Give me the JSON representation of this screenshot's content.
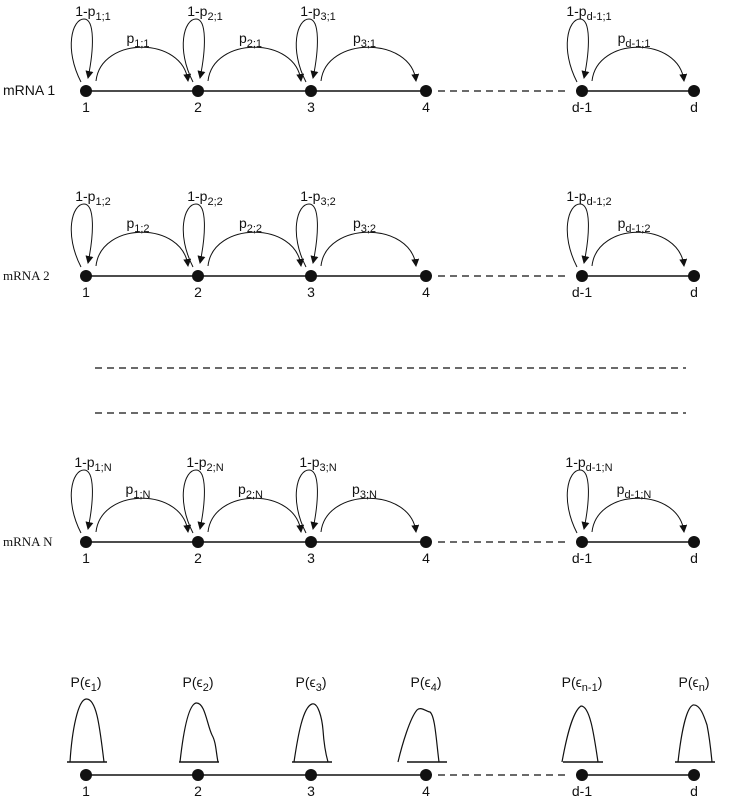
{
  "sequences": [
    {
      "label": "mRNA 1",
      "label_font": "sans",
      "nodes": [
        "1",
        "2",
        "3",
        "4",
        "d-1",
        "d"
      ],
      "stay": [
        {
          "base": "1-p",
          "sub": "1;1"
        },
        {
          "base": "1-p",
          "sub": "2;1"
        },
        {
          "base": "1-p",
          "sub": "3;1"
        },
        {
          "base": "1-p",
          "sub": "d-1;1"
        }
      ],
      "move": [
        {
          "base": "p",
          "sub": "1;1"
        },
        {
          "base": "p",
          "sub": "2;1"
        },
        {
          "base": "p",
          "sub": "3;1"
        },
        {
          "base": "p",
          "sub": "d-1;1"
        }
      ]
    },
    {
      "label": "mRNA 2",
      "label_font": "serif",
      "nodes": [
        "1",
        "2",
        "3",
        "4",
        "d-1",
        "d"
      ],
      "stay": [
        {
          "base": "1-p",
          "sub": "1;2"
        },
        {
          "base": "1-p",
          "sub": "2;2"
        },
        {
          "base": "1-p",
          "sub": "3;2"
        },
        {
          "base": "1-p",
          "sub": "d-1;2"
        }
      ],
      "move": [
        {
          "base": "p",
          "sub": "1;2"
        },
        {
          "base": "p",
          "sub": "2;2"
        },
        {
          "base": "p",
          "sub": "3;2"
        },
        {
          "base": "p",
          "sub": "d-1;2"
        }
      ]
    },
    {
      "label": "mRNA N",
      "label_font": "serif",
      "nodes": [
        "1",
        "2",
        "3",
        "4",
        "d-1",
        "d"
      ],
      "stay": [
        {
          "base": "1-p",
          "sub": "1;N"
        },
        {
          "base": "1-p",
          "sub": "2;N"
        },
        {
          "base": "1-p",
          "sub": "3;N"
        },
        {
          "base": "1-p",
          "sub": "d-1;N"
        }
      ],
      "move": [
        {
          "base": "p",
          "sub": "1;N"
        },
        {
          "base": "p",
          "sub": "2;N"
        },
        {
          "base": "p",
          "sub": "3;N"
        },
        {
          "base": "p",
          "sub": "d-1;N"
        }
      ]
    }
  ],
  "distribution_row": {
    "nodes": [
      "1",
      "2",
      "3",
      "4",
      "d-1",
      "d"
    ],
    "dists": [
      {
        "base": "P(ϵ",
        "sub": "1",
        "end": ")"
      },
      {
        "base": "P(ϵ",
        "sub": "2",
        "end": ")"
      },
      {
        "base": "P(ϵ",
        "sub": "3",
        "end": ")"
      },
      {
        "base": "P(ϵ",
        "sub": "4",
        "end": ")"
      },
      {
        "base": "P(ϵ",
        "sub": "n-1",
        "end": ")"
      },
      {
        "base": "P(ϵ",
        "sub": "n",
        "end": ")"
      }
    ]
  }
}
